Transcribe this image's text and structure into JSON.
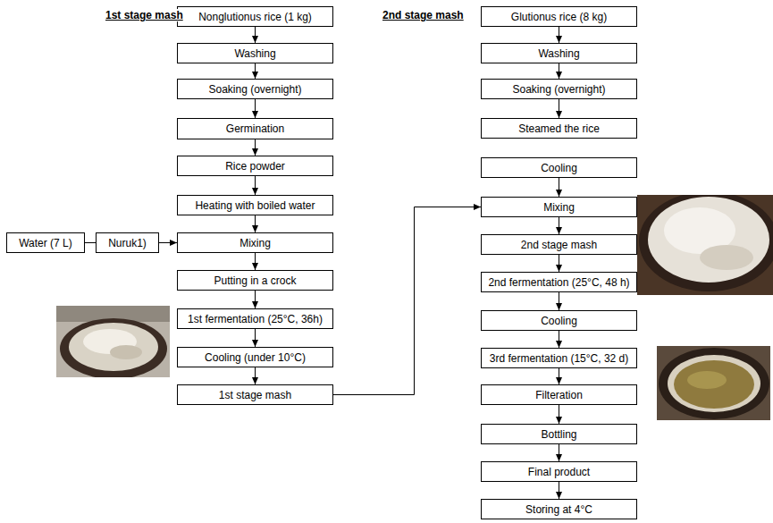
{
  "diagram": {
    "nodes": [
      {
        "text": [
          "Nonglutionus rice (1 kg)"
        ]
      },
      {
        "text": [
          "Washing"
        ]
      },
      {
        "text": [
          "Soaking (overnight)"
        ]
      },
      {
        "text": [
          "Germination"
        ]
      },
      {
        "text": [
          "Rice powder"
        ]
      },
      {
        "text": [
          "Heating with boiled water"
        ]
      },
      {
        "text": [
          "Mixing"
        ]
      },
      {
        "text": [
          "Putting in a crock"
        ]
      },
      {
        "text": [
          "1st fermentation (25°C, 36h)"
        ]
      },
      {
        "text": [
          "Cooling (under 10°C)"
        ]
      },
      {
        "text": [
          "1st stage mash"
        ]
      },
      {
        "text": [
          "Water (7 L)"
        ]
      },
      {
        "text": [
          "Nuruk1)"
        ]
      },
      {
        "text": [
          "Glutionus rice (8 kg)"
        ]
      },
      {
        "text": [
          "Washing"
        ]
      },
      {
        "text": [
          "Soaking (overnight)"
        ]
      },
      {
        "text": [
          "Steamed the rice"
        ]
      },
      {
        "text": [
          "Cooling"
        ]
      },
      {
        "text": [
          "Mixing"
        ]
      },
      {
        "text": [
          "2nd stage mash"
        ]
      },
      {
        "text": [
          "2nd fermentation (25°C, 48 h)"
        ]
      },
      {
        "text": [
          "Cooling"
        ]
      },
      {
        "text": [
          "3rd fermentation (15°C, 32 d)"
        ]
      },
      {
        "text": [
          "Filteration"
        ]
      },
      {
        "text": [
          "Bottling"
        ]
      },
      {
        "text": [
          "Final product"
        ]
      },
      {
        "text": [
          "Storing at 4°C"
        ]
      }
    ],
    "edges": [
      {
        "from": 0,
        "to": 1,
        "arrow": "to"
      },
      {
        "from": 1,
        "to": 2,
        "arrow": "to"
      },
      {
        "from": 2,
        "to": 3,
        "arrow": "to"
      },
      {
        "from": 3,
        "to": 4,
        "arrow": "to"
      },
      {
        "from": 4,
        "to": 5,
        "arrow": "to"
      },
      {
        "from": 5,
        "to": 6,
        "arrow": "to"
      },
      {
        "from": 6,
        "to": 7,
        "arrow": "to"
      },
      {
        "from": 7,
        "to": 8,
        "arrow": "to"
      },
      {
        "from": 8,
        "to": 9,
        "arrow": "to"
      },
      {
        "from": 9,
        "to": 10,
        "arrow": "to"
      },
      {
        "from": 11,
        "to": 12,
        "arrow": "none"
      },
      {
        "from": 12,
        "to": 6,
        "arrow": "to"
      },
      {
        "from": 13,
        "to": 14,
        "arrow": "to"
      },
      {
        "from": 14,
        "to": 15,
        "arrow": "to"
      },
      {
        "from": 15,
        "to": 16,
        "arrow": "to"
      },
      {
        "from": 17,
        "to": 18,
        "arrow": "to"
      },
      {
        "from": 18,
        "to": 19,
        "arrow": "to"
      },
      {
        "from": 19,
        "to": 20,
        "arrow": "to"
      },
      {
        "from": 20,
        "to": 21,
        "arrow": "to"
      },
      {
        "from": 21,
        "to": 22,
        "arrow": "to"
      },
      {
        "from": 22,
        "to": 23,
        "arrow": "to"
      },
      {
        "from": 23,
        "to": 24,
        "arrow": "to"
      },
      {
        "from": 24,
        "to": 25,
        "arrow": "to"
      },
      {
        "from": 25,
        "to": 26,
        "arrow": "to"
      },
      {
        "from": 10,
        "to": 18,
        "arrow": "to"
      }
    ],
    "labels": [
      "1st stage mash",
      "2nd stage mash"
    ]
  }
}
